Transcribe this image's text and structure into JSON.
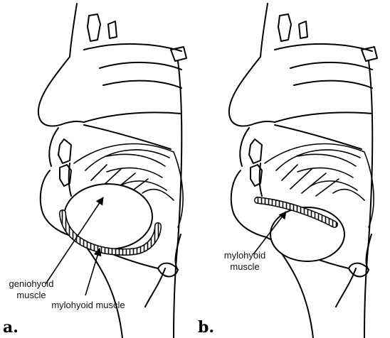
{
  "panel_a": {
    "letter": "a.",
    "labels": {
      "geniohyoid_line1": "geniohyoid",
      "geniohyoid_line2": "muscle",
      "mylohyoid": "mylohyoid muscle"
    }
  },
  "panel_b": {
    "letter": "b.",
    "labels": {
      "mylohyoid_line1": "mylohyoid",
      "mylohyoid_line2": "muscle"
    }
  }
}
